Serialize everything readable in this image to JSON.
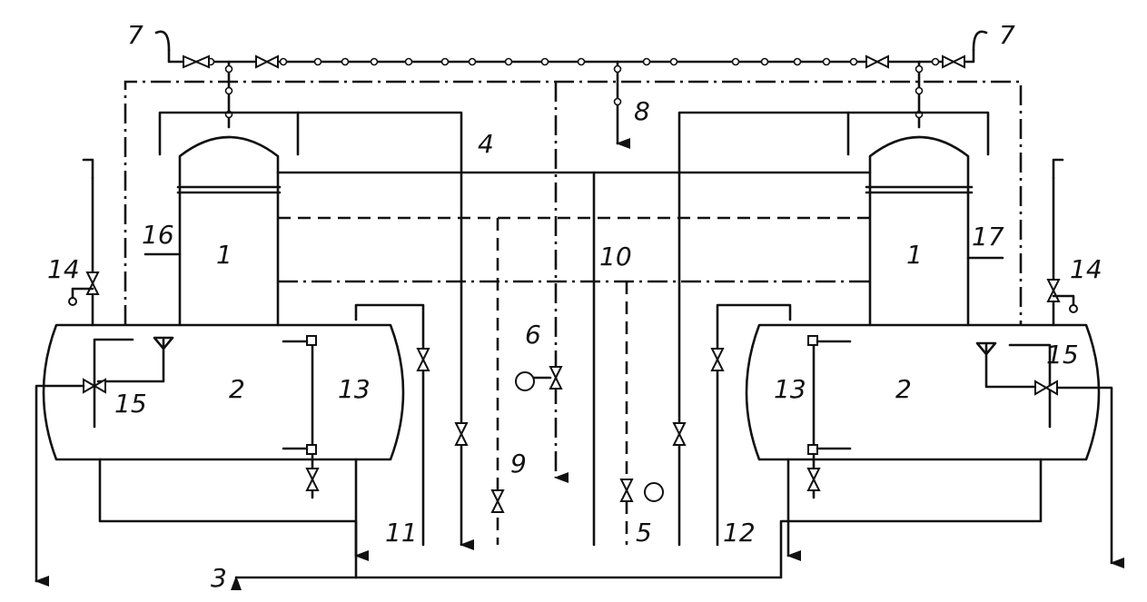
{
  "labels": {
    "l1a": "1",
    "l1b": "1",
    "l2a": "2",
    "l2b": "2",
    "l3": "3",
    "l4": "4",
    "l5": "5",
    "l6": "6",
    "l7a": "7",
    "l7b": "7",
    "l8": "8",
    "l9": "9",
    "l10": "10",
    "l11": "11",
    "l12": "12",
    "l13a": "13",
    "l13b": "13",
    "l14a": "14",
    "l14b": "14",
    "l15a": "15",
    "l15b": "15",
    "l16": "16",
    "l17": "17"
  }
}
